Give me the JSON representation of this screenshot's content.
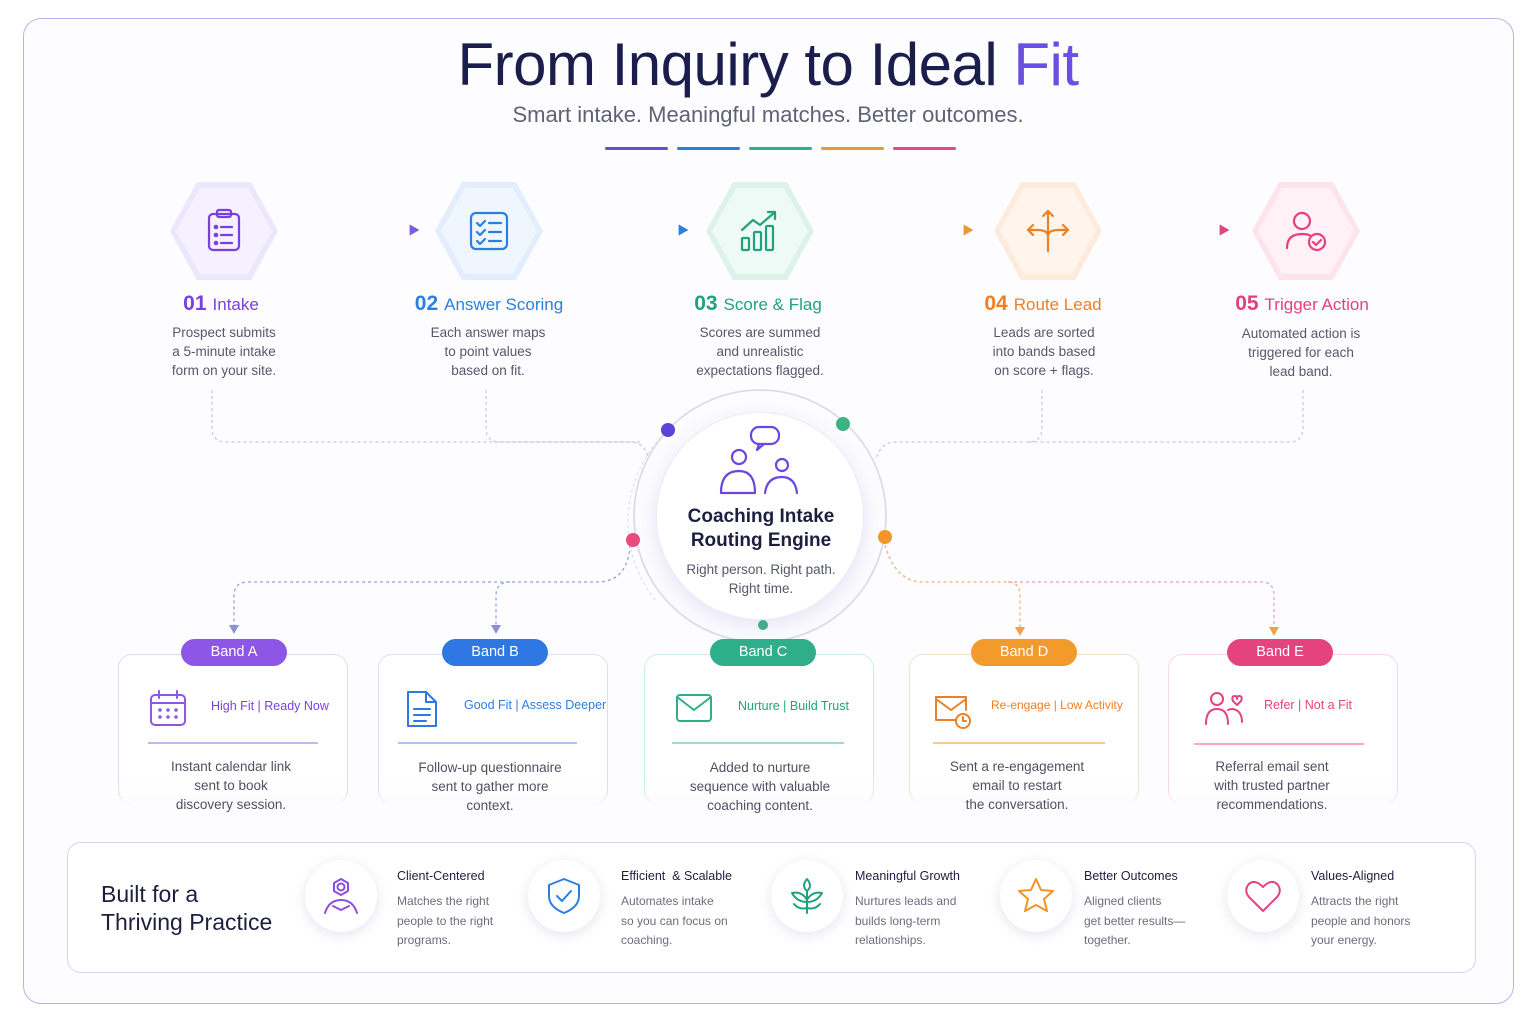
{
  "header": {
    "title_main": "From Inquiry to Ideal ",
    "title_accent": "Fit",
    "subtitle": "Smart intake. Meaningful matches. Better outcomes.",
    "bar_colors": [
      "#6c4ad9",
      "#2f7fe0",
      "#2fb08a",
      "#f0963a",
      "#e5467f"
    ]
  },
  "steps": [
    {
      "number": "01",
      "title": "Intake",
      "desc1": "Prospect submits",
      "desc2": "a 5-minute intake",
      "desc3": "form on your site.",
      "color": "#7a3fe0",
      "icon": "clipboard-icon"
    },
    {
      "number": "02",
      "title": "Answer Scoring",
      "desc1": "Each answer maps",
      "desc2": "to point values",
      "desc3": "based on fit.",
      "color": "#2b7fe0",
      "icon": "checklist-icon"
    },
    {
      "number": "03",
      "title": "Score & Flag",
      "desc1": "Scores are summed",
      "desc2": "and unrealistic",
      "desc3": "expectations flagged.",
      "color": "#22a27c",
      "icon": "growth-chart-icon"
    },
    {
      "number": "04",
      "title": "Route Lead",
      "desc1": "Leads are sorted",
      "desc2": "into bands based",
      "desc3": "on score + flags.",
      "color": "#ee7f22",
      "icon": "route-arrows-icon"
    },
    {
      "number": "05",
      "title": "Trigger Action",
      "desc1": "Automated action is",
      "desc2": "triggered for each",
      "desc3": "lead band.",
      "color": "#e5407c",
      "icon": "user-check-icon"
    }
  ],
  "hub": {
    "title1": "Coaching Intake",
    "title2": "Routing Engine",
    "sub1": "Right person. Right path.",
    "sub2": "Right time."
  },
  "bands": [
    {
      "label": "Band A",
      "tag": "High Fit | Ready Now",
      "desc1": "Instant calendar link",
      "desc2": "sent to book",
      "desc3": "discovery session.",
      "color": "#8e56e6",
      "icon": "calendar-icon"
    },
    {
      "label": "Band B",
      "tag": "Good Fit | Assess Deeper",
      "desc1": "Follow-up questionnaire",
      "desc2": "sent to gather more",
      "desc3": "context.",
      "color": "#2f77e3",
      "icon": "document-icon"
    },
    {
      "label": "Band C",
      "tag": "Nurture | Build Trust",
      "desc1": "Added to nurture",
      "desc2": "sequence with valuable",
      "desc3": "coaching content.",
      "color": "#2eae8a",
      "icon": "mail-icon"
    },
    {
      "label": "Band D",
      "tag": "Re-engage | Low Activity",
      "desc1": "Sent a re-engagement",
      "desc2": "email to restart",
      "desc3": "the conversation.",
      "color": "#f39a2c",
      "icon": "mail-clock-icon"
    },
    {
      "label": "Band E",
      "tag": "Refer | Not a Fit",
      "desc1": "Referral email sent",
      "desc2": "with trusted partner",
      "desc3": "recommendations.",
      "color": "#e5437e",
      "icon": "referral-icon"
    }
  ],
  "footer": {
    "title1": "Built for a",
    "title2": "Thriving Practice",
    "features": [
      {
        "title": "Client-Centered",
        "d1": "Matches the right",
        "d2": "people to the right",
        "d3": "programs.",
        "color": "#8a4fe0",
        "icon": "person-icon"
      },
      {
        "title": "Efficient  & Scalable",
        "d1": "Automates intake",
        "d2": "so you can focus on",
        "d3": "coaching.",
        "color": "#2b7fe0",
        "icon": "shield-check-icon"
      },
      {
        "title": "Meaningful Growth",
        "d1": "Nurtures leads and",
        "d2": "builds long-term",
        "d3": "relationships.",
        "color": "#22a27c",
        "icon": "sprout-icon"
      },
      {
        "title": "Better Outcomes",
        "d1": "Aligned clients",
        "d2": "get better results—",
        "d3": "together.",
        "color": "#f29424",
        "icon": "star-icon"
      },
      {
        "title": "Values-Aligned",
        "d1": "Attracts the right",
        "d2": "people and honors",
        "d3": "your energy.",
        "color": "#e5437e",
        "icon": "heart-icon"
      }
    ]
  }
}
